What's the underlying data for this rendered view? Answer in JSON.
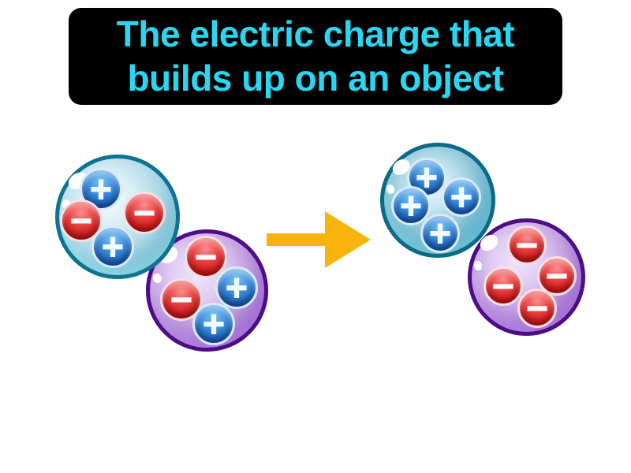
{
  "title": {
    "line1": "The electric charge that",
    "line2": "builds up on an object"
  },
  "colors": {
    "background": "#ffffff",
    "banner_bg": "#000000",
    "title_text": "#28d8f2",
    "arrow": "#f8b30c",
    "blue_sphere_rim": "#0d7391",
    "purple_sphere_rim": "#4c0d86",
    "positive_charge": "#1a5cb0",
    "negative_charge": "#c01616",
    "charge_symbol": "#f2fafe"
  },
  "spheres": [
    {
      "id": "before-blue-object",
      "palette": "blue",
      "charges": [
        {
          "sign": "+",
          "type": "positive"
        },
        {
          "sign": "−",
          "type": "negative"
        },
        {
          "sign": "−",
          "type": "negative"
        },
        {
          "sign": "+",
          "type": "positive"
        }
      ]
    },
    {
      "id": "before-purple-object",
      "palette": "purple",
      "charges": [
        {
          "sign": "−",
          "type": "negative"
        },
        {
          "sign": "+",
          "type": "positive"
        },
        {
          "sign": "−",
          "type": "negative"
        },
        {
          "sign": "+",
          "type": "positive"
        }
      ]
    },
    {
      "id": "after-blue-object",
      "palette": "blue",
      "charges": [
        {
          "sign": "+",
          "type": "positive"
        },
        {
          "sign": "+",
          "type": "positive"
        },
        {
          "sign": "+",
          "type": "positive"
        },
        {
          "sign": "+",
          "type": "positive"
        }
      ]
    },
    {
      "id": "after-purple-object",
      "palette": "purple",
      "charges": [
        {
          "sign": "−",
          "type": "negative"
        },
        {
          "sign": "−",
          "type": "negative"
        },
        {
          "sign": "−",
          "type": "negative"
        },
        {
          "sign": "−",
          "type": "negative"
        }
      ]
    }
  ]
}
